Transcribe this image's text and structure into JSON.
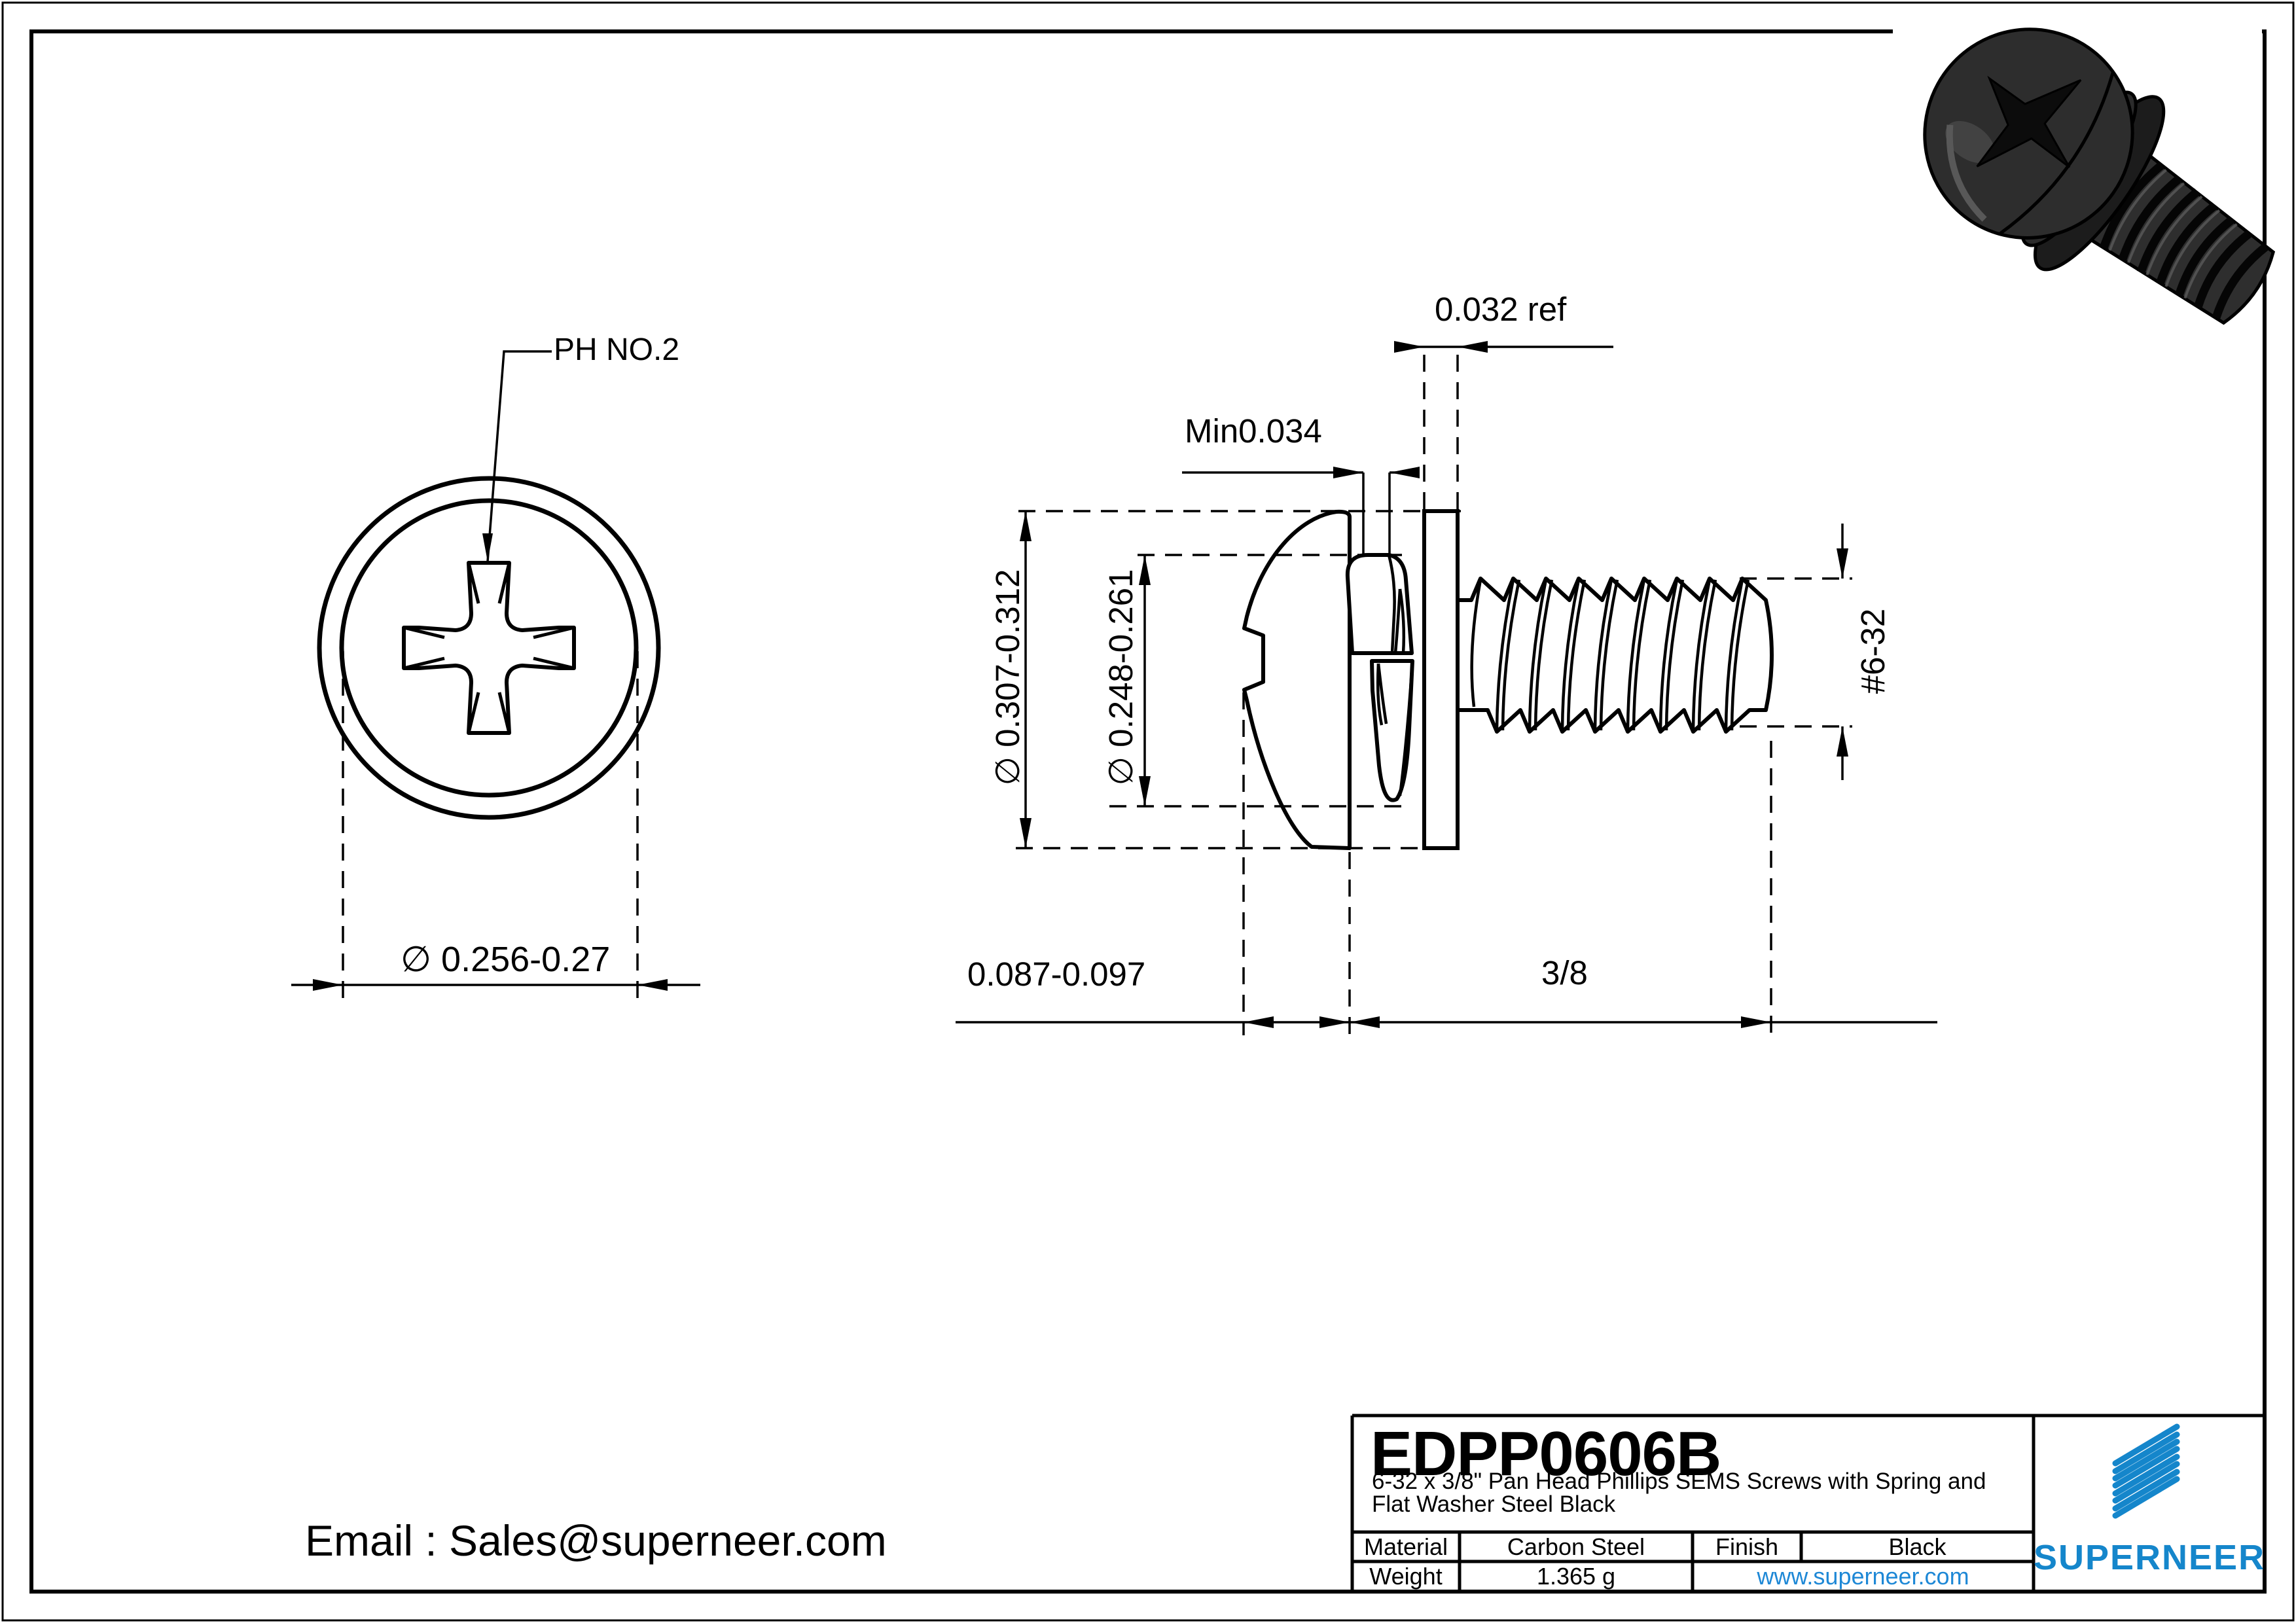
{
  "dims": {
    "phillips_label": "PH NO.2",
    "head_diameter_front": "∅ 0.256-0.27",
    "washer_od": "∅ 0.307-0.312",
    "spring_od": "∅ 0.248-0.261",
    "washer_thickness_ref": "0.032 ref",
    "spring_min_width": "Min0.034",
    "head_height": "0.087-0.097",
    "thread_length": "3/8",
    "thread_size": "#6-32"
  },
  "title_block": {
    "part_number": "EDPP0606B",
    "description_line1": "6-32 x 3/8\" Pan Head Phillips SEMS Screws with Spring and",
    "description_line2": "Flat Washer Steel Black",
    "material_label": "Material",
    "material_value": "Carbon Steel",
    "finish_label": "Finish",
    "finish_value": "Black",
    "weight_label": "Weight",
    "weight_value": "1.365 g",
    "website": "www.superneer.com",
    "brand": "SUPERNEER"
  },
  "footer": {
    "email": "Email : Sales@superneer.com"
  },
  "colors": {
    "brand_blue": "#1586CB",
    "link_blue": "#1E88D6",
    "line_black": "#000000"
  }
}
